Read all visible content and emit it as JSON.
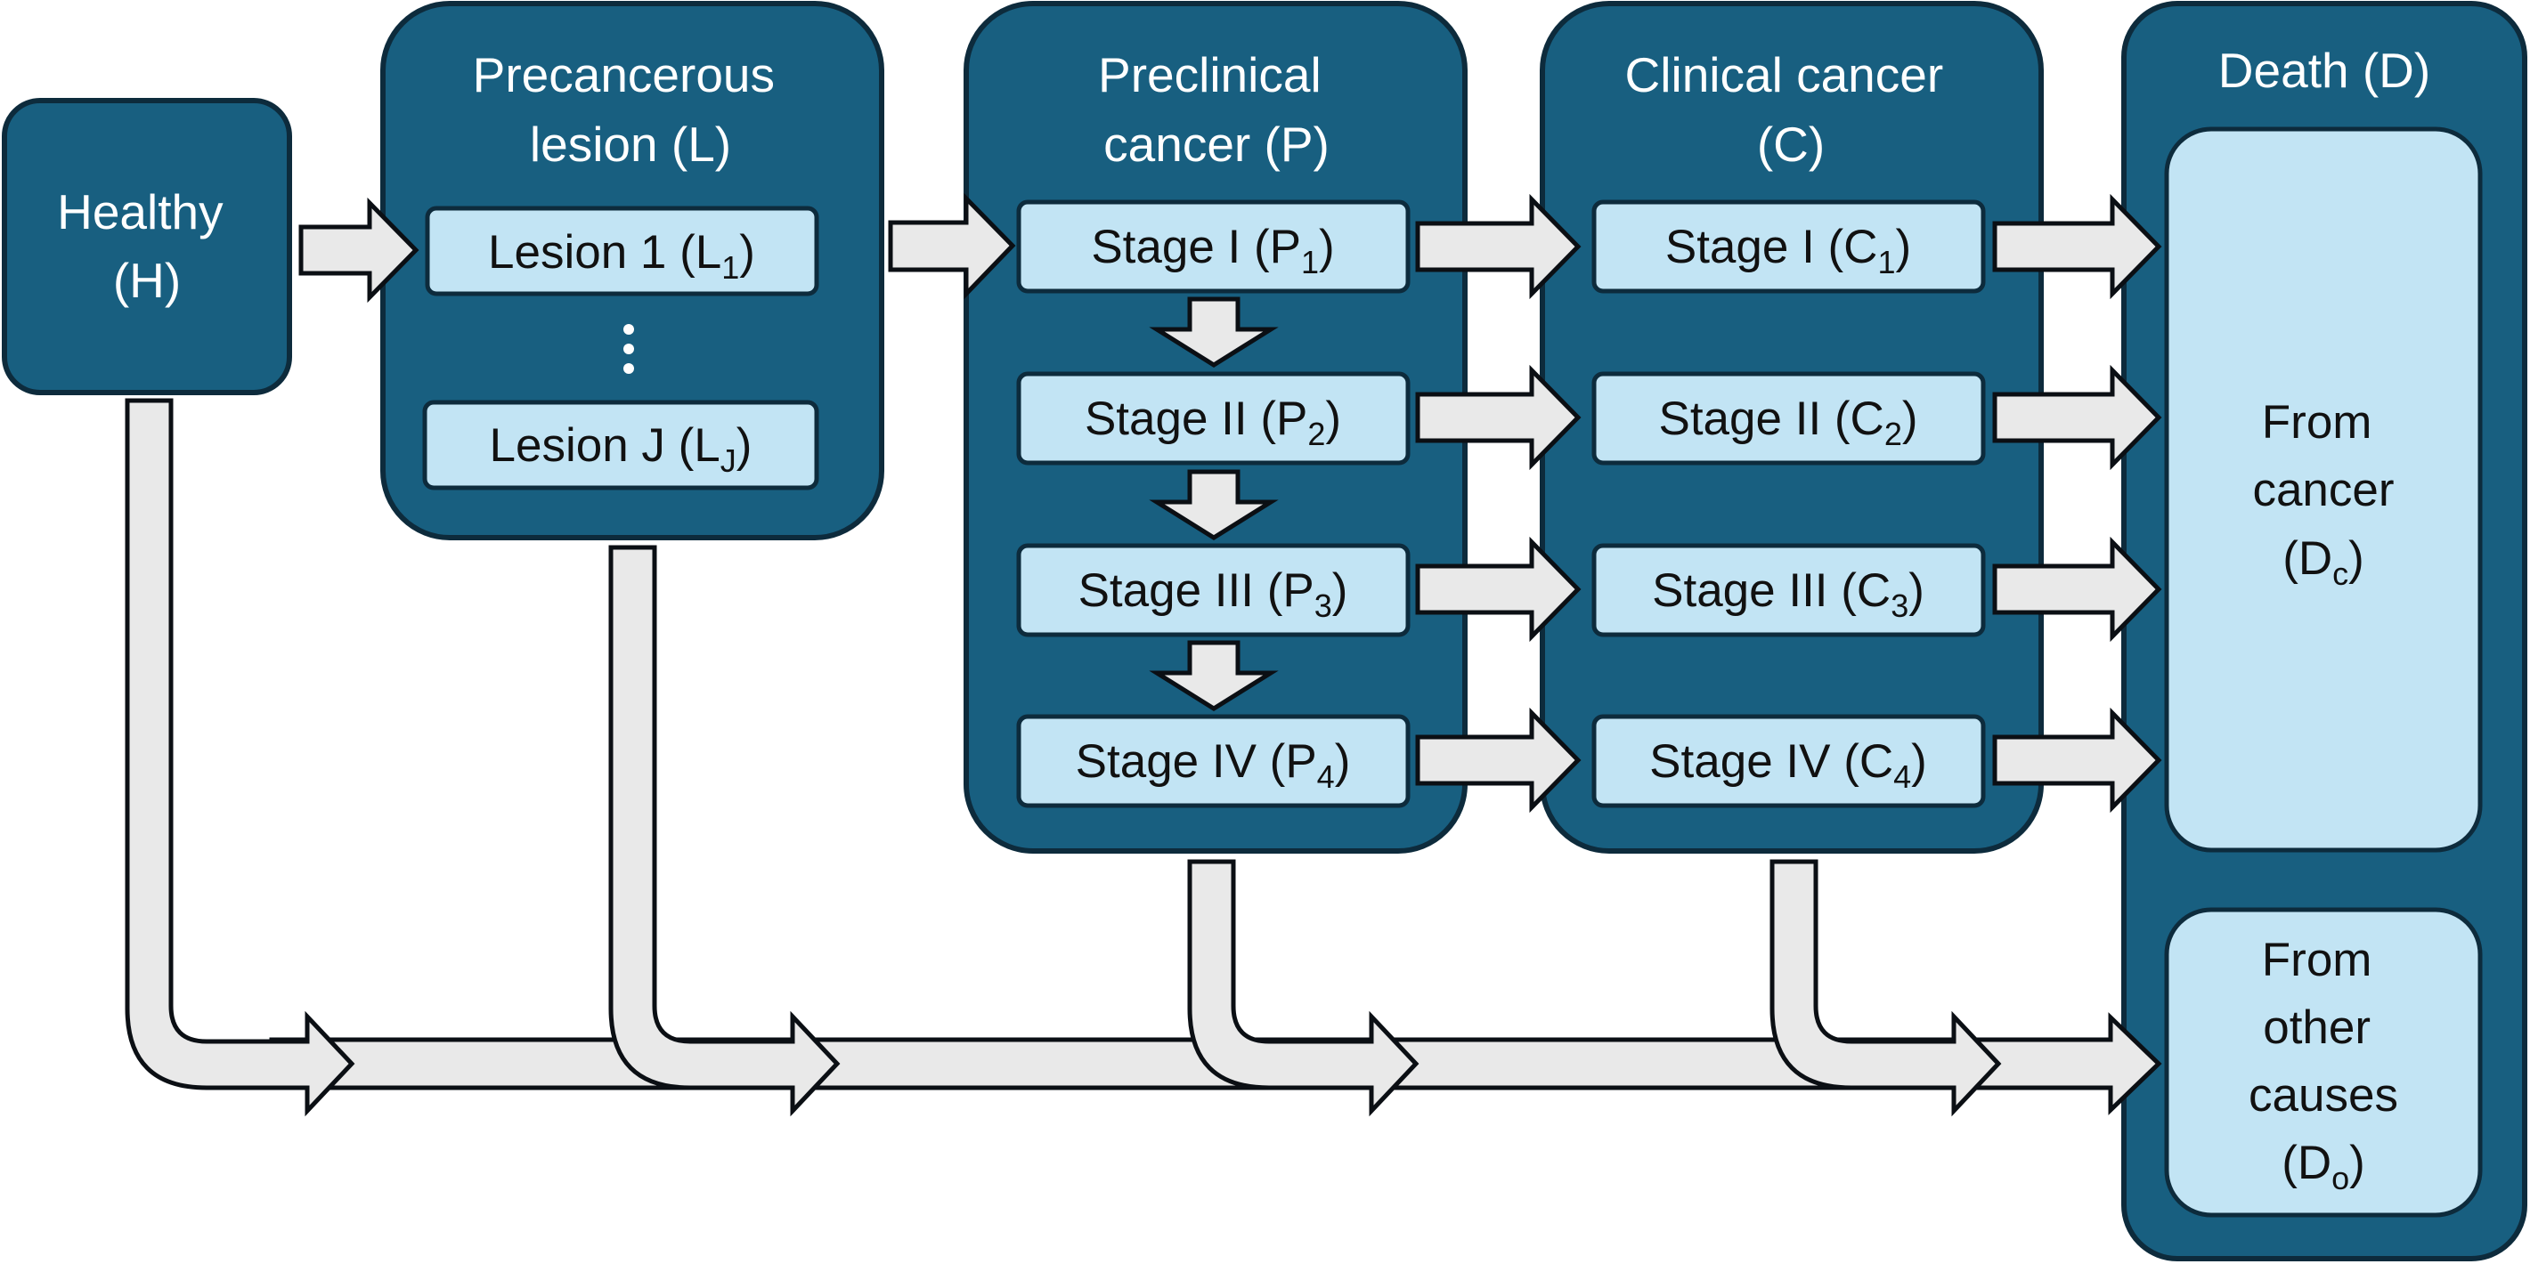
{
  "healthy": {
    "title": [
      "Healthy",
      "(H)"
    ]
  },
  "lesion": {
    "title": [
      "Precancerous",
      "lesion (L)"
    ],
    "items": [
      {
        "text": "Lesion 1 (L",
        "sub": "1",
        "tail": ")"
      },
      {
        "text": "Lesion J (L",
        "sub": "J",
        "tail": ")"
      }
    ]
  },
  "preclinical": {
    "title": [
      "Preclinical",
      "cancer (P)"
    ],
    "stages": [
      {
        "text": "Stage I (P",
        "sub": "1",
        "tail": ")"
      },
      {
        "text": "Stage II (P",
        "sub": "2",
        "tail": ")"
      },
      {
        "text": "Stage III (P",
        "sub": "3",
        "tail": ")"
      },
      {
        "text": "Stage IV (P",
        "sub": "4",
        "tail": ")"
      }
    ]
  },
  "clinical": {
    "title": [
      "Clinical cancer",
      "(C)"
    ],
    "stages": [
      {
        "text": "Stage I (C",
        "sub": "1",
        "tail": ")"
      },
      {
        "text": "Stage II (C",
        "sub": "2",
        "tail": ")"
      },
      {
        "text": "Stage III (C",
        "sub": "3",
        "tail": ")"
      },
      {
        "text": "Stage IV (C",
        "sub": "4",
        "tail": ")"
      }
    ]
  },
  "death": {
    "title": "Death (D)",
    "cancer": {
      "lines": [
        "From",
        "cancer"
      ],
      "last": "(D",
      "sub": "c",
      "tail": ")"
    },
    "other": {
      "lines": [
        "From",
        "other",
        "causes"
      ],
      "last": "(D",
      "sub": "o",
      "tail": ")"
    }
  },
  "colors": {
    "box": "#185f80",
    "inner": "#c2e4f4",
    "arrow": "#e9e9e9",
    "outline": "#0d2b3c"
  }
}
